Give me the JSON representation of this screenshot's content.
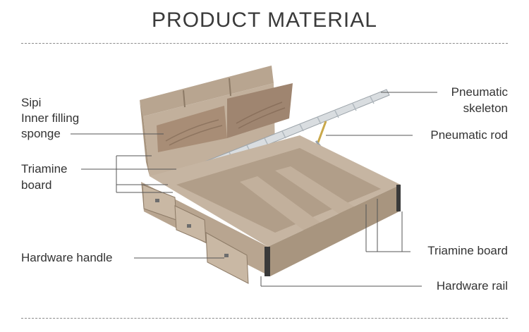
{
  "header": {
    "title": "PRODUCT MATERIAL"
  },
  "labels": {
    "sipi": "Sipi",
    "inner_filling": "Inner filling",
    "sponge": "sponge",
    "triamine_left_1": "Triamine",
    "triamine_left_2": "board",
    "hardware_handle": "Hardware handle",
    "pneumatic_skeleton_1": "Pneumatic",
    "pneumatic_skeleton_2": "skeleton",
    "pneumatic_rod": "Pneumatic rod",
    "triamine_right": "Triamine board",
    "hardware_rail": "Hardware rail"
  },
  "colors": {
    "wood_light": "#c2b09c",
    "wood_mid": "#a8957f",
    "wood_dark": "#8c7a66",
    "upholstery": "#a88d76",
    "skeleton": "#d9dde0",
    "rod": "#c9a84a",
    "rail": "#3a3a3a",
    "leader_line": "#555555"
  }
}
